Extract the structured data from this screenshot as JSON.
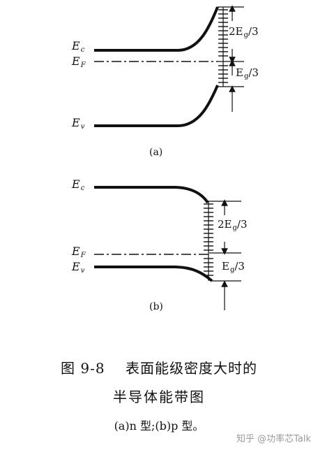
{
  "panel_a": {
    "label": "(a)",
    "levels": {
      "ec": {
        "sym": "E",
        "sub": "c"
      },
      "ef": {
        "sym": "E",
        "sub": "F"
      },
      "ev": {
        "sym": "E",
        "sub": "v"
      }
    },
    "gap_upper": {
      "pre": "2E",
      "sub": "g",
      "post": "/3"
    },
    "gap_lower": {
      "pre": "E",
      "sub": "g",
      "post": "/3"
    }
  },
  "panel_b": {
    "label": "(b)",
    "levels": {
      "ec": {
        "sym": "E",
        "sub": "c"
      },
      "ef": {
        "sym": "E",
        "sub": "F"
      },
      "ev": {
        "sym": "E",
        "sub": "v"
      }
    },
    "gap_upper": {
      "pre": "2E",
      "sub": "g",
      "post": "/3"
    },
    "gap_lower": {
      "pre": "E",
      "sub": "g",
      "post": "/3"
    }
  },
  "caption": {
    "figure_number": "图 9-8",
    "title_line1": "表面能级密度大时的",
    "title_line2": "半导体能带图",
    "subtitle": "(a)n 型;(b)p 型。"
  },
  "watermark": "知乎 @功率芯Talk"
}
